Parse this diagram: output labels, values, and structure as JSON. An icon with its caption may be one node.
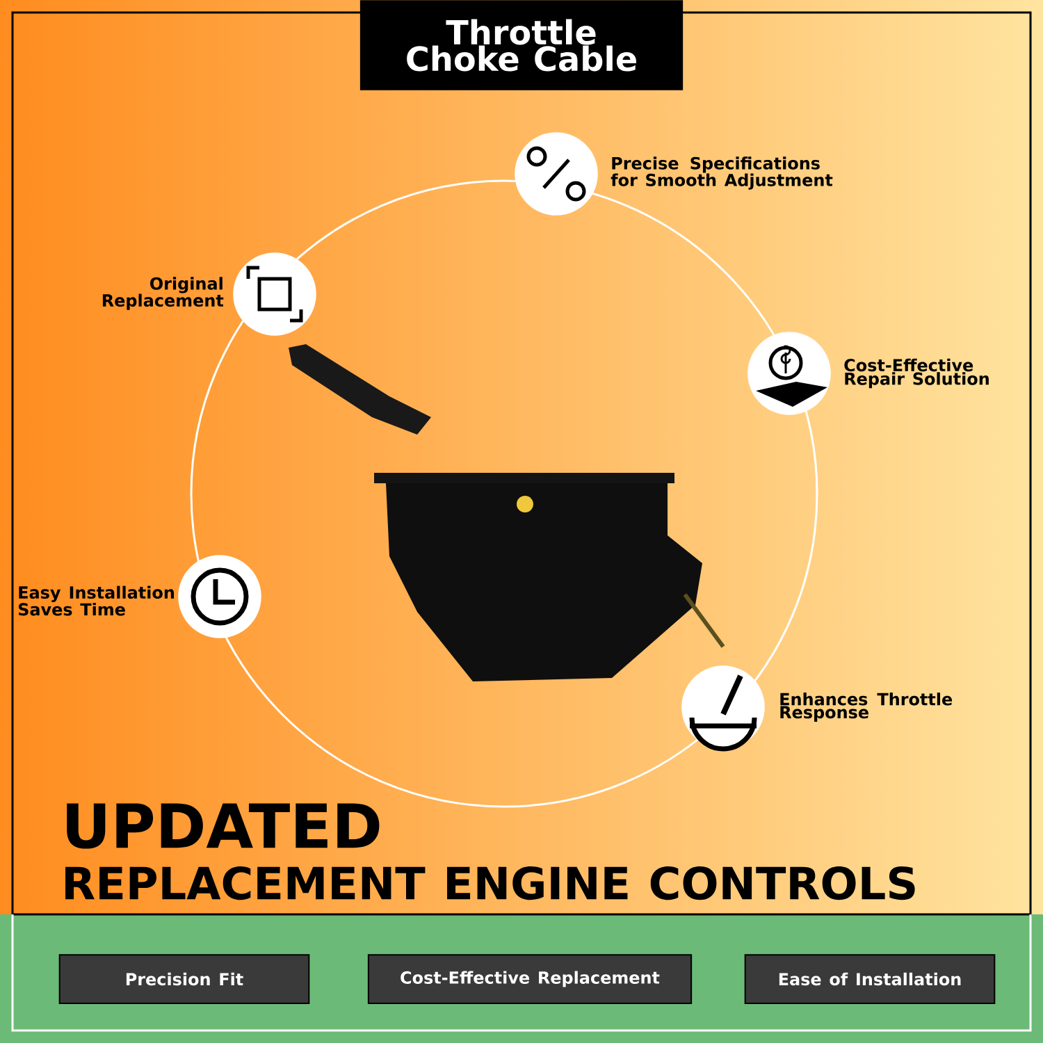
{
  "diagram": {
    "nodes": [
      {
        "text": [
          "Throttle Choke Cable"
        ]
      },
      {
        "text": [],
        "shape": "circle",
        "beside": [
          "Precise Specifications for Smooth Adjustment"
        ]
      },
      {
        "text": [],
        "shape": "circle",
        "beside": [
          "Original Replacement"
        ]
      },
      {
        "text": [],
        "shape": "circle",
        "beside": [
          "Cost-Effective Repair Solution"
        ]
      },
      {
        "text": [],
        "shape": "circle",
        "beside": [
          "Easy Installation Saves Time"
        ]
      },
      {
        "text": [],
        "shape": "circle",
        "beside": [
          "Enhances Throttle Response"
        ]
      },
      {
        "text": [],
        "shape": "picture"
      },
      {
        "text": [
          "Precision Fit"
        ]
      },
      {
        "text": [
          "Cost-Effective Replacement"
        ]
      },
      {
        "text": [
          "Ease of Installation"
        ]
      }
    ],
    "labels": [
      "UPDATED",
      "REPLACEMENT ENGINE CONTROLS"
    ]
  }
}
